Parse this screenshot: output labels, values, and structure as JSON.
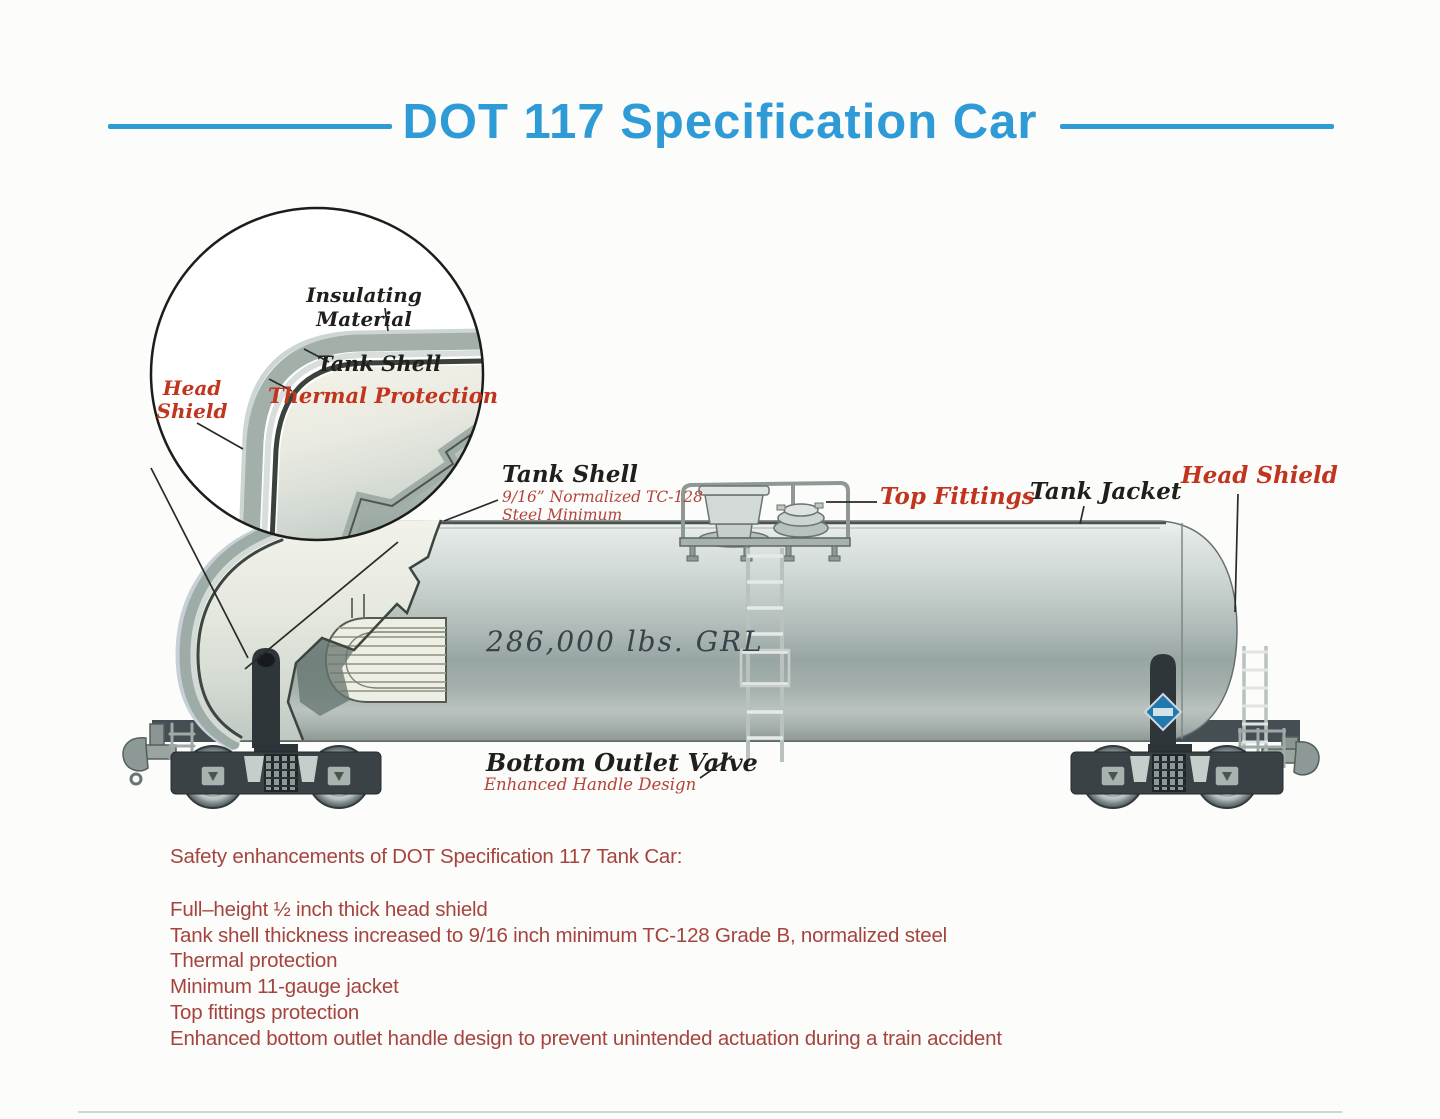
{
  "title": {
    "text": "DOT 117 Specification Car"
  },
  "colors": {
    "title_blue": "#2e9bd6",
    "label_red": "#c1351f",
    "subtitle_red": "#b2443c",
    "label_black": "#201f1c",
    "text_maroon": "#a5443e"
  },
  "inset": {
    "insulating_material": "Insulating Material",
    "tank_shell": "Tank Shell",
    "thermal_protection": "Thermal Protection",
    "head_shield_line1": "Head",
    "head_shield_line2": "Shield"
  },
  "car_labels": {
    "tank_shell": "Tank Shell",
    "tank_shell_sub1": "9/16” Normalized TC-128",
    "tank_shell_sub2": "Steel Minimum",
    "top_fittings": "Top Fittings",
    "tank_jacket": "Tank Jacket",
    "head_shield": "Head Shield",
    "grl": "286,000 lbs. GRL",
    "bottom_outlet": "Bottom Outlet Valve",
    "bottom_outlet_sub": "Enhanced Handle Design"
  },
  "safety": {
    "heading": "Safety enhancements of DOT Specification 117 Tank Car:",
    "items": [
      "Full–height ½ inch thick head shield",
      "Tank shell thickness increased to 9/16 inch minimum TC-128 Grade B, normalized steel",
      "Thermal protection",
      "Minimum 11-gauge jacket",
      "Top fittings protection",
      "Enhanced bottom outlet handle design to prevent unintended actuation during a train accident"
    ]
  }
}
